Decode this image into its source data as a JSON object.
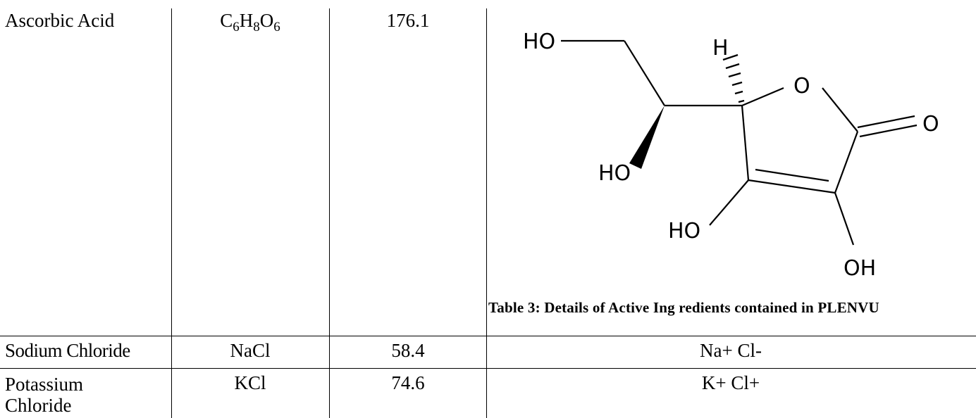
{
  "rows": [
    {
      "name": "Ascorbic Acid",
      "formula": [
        {
          "el": "C",
          "n": "6"
        },
        {
          "el": "H",
          "n": "8"
        },
        {
          "el": "O",
          "n": "6"
        }
      ],
      "mw": "176.1",
      "structure_labels": {
        "ho_top": "HO",
        "h": "H",
        "o_ring": "O",
        "o_carbonyl": "O",
        "ho_left": "HO",
        "ho_bottom": "HO",
        "oh": "OH"
      },
      "caption": "Table 3: Details of Active Ing redients contained in PLENVU"
    },
    {
      "name": "Sodium Chloride",
      "formula_text": "NaCl",
      "mw": "58.4",
      "structure_text": "Na+ Cl-"
    },
    {
      "name": "Potassium Chloride",
      "formula_text": "KCl",
      "mw": "74.6",
      "structure_text": "K+ Cl+"
    }
  ]
}
